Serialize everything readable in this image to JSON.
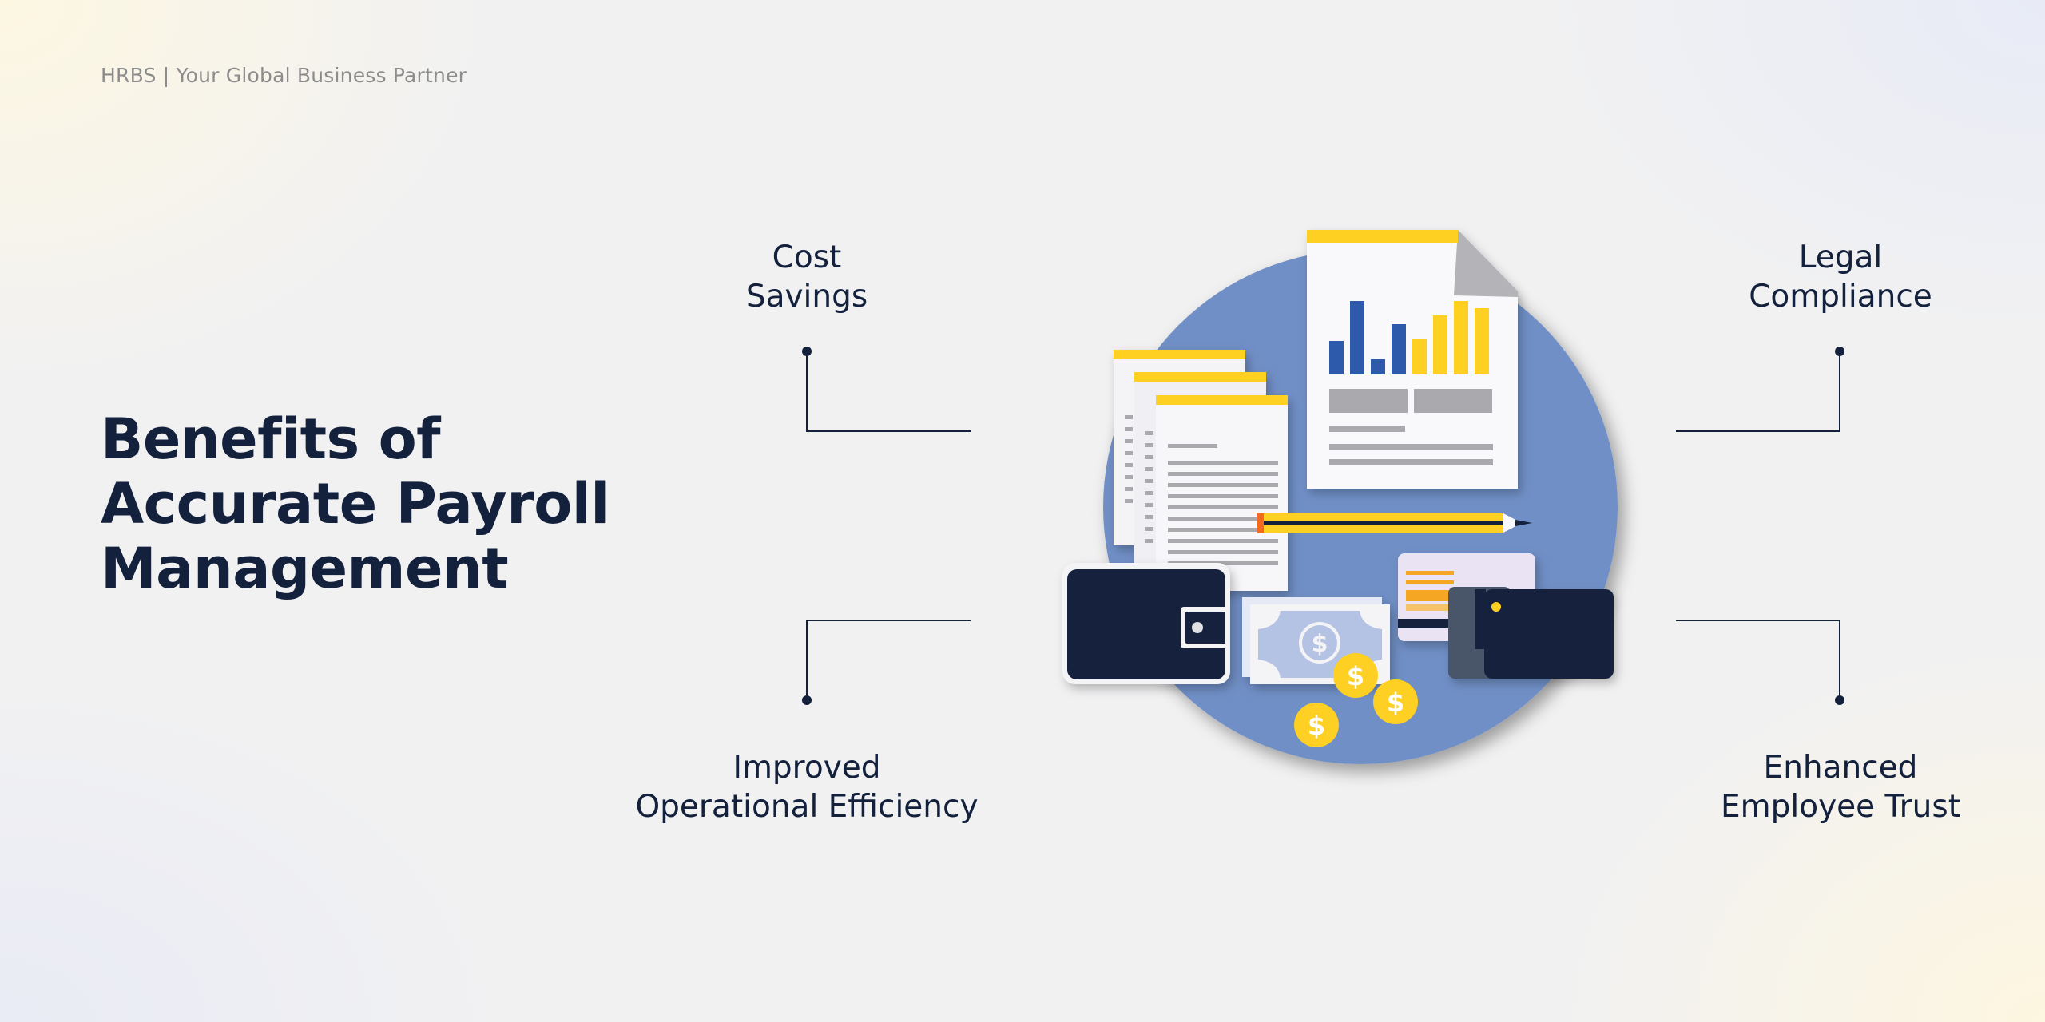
{
  "header": {
    "tagline": "HRBS | Your Global Business Partner"
  },
  "title": {
    "line1": "Benefits of",
    "line2": "Accurate Payroll",
    "line3": "Management"
  },
  "benefits": {
    "cost": {
      "line1": "Cost",
      "line2": "Savings"
    },
    "legal": {
      "line1": "Legal",
      "line2": "Compliance"
    },
    "ops": {
      "line1": "Improved",
      "line2": "Operational Efficiency"
    },
    "trust": {
      "line1": "Enhanced",
      "line2": "Employee Trust"
    }
  },
  "illustration": {
    "icons": [
      "documents-icon",
      "bar-chart-report-icon",
      "pencil-icon",
      "wallet-icon",
      "banknote-icon",
      "coins-icon",
      "credit-card-icon"
    ]
  },
  "colors": {
    "navy": "#14213d",
    "circle_blue": "#6f8fc6",
    "yellow": "#fdd023",
    "chart_blue": "#2f5aab"
  }
}
